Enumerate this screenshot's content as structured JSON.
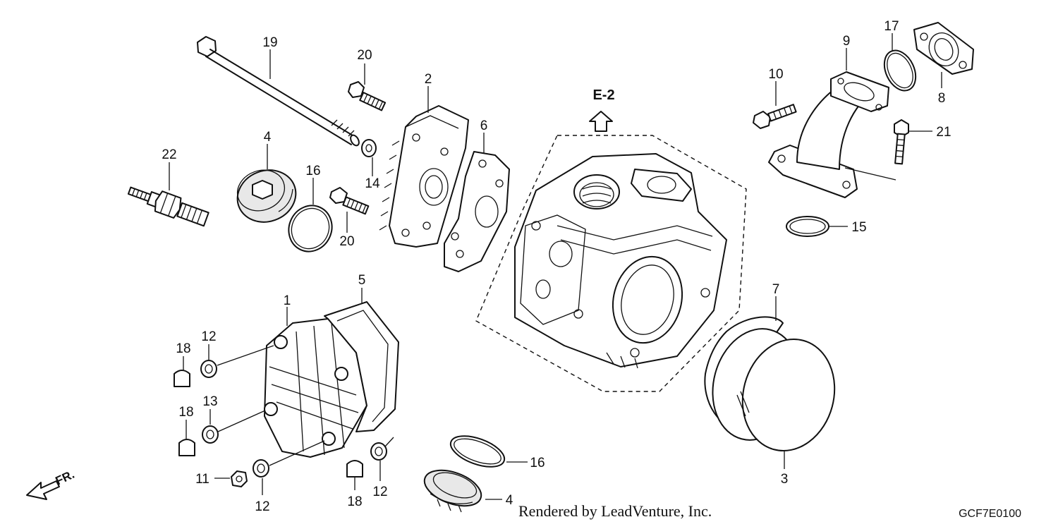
{
  "diagram": {
    "reference_label": "E-2",
    "front_marker": "FR.",
    "footer_credit": "Rendered by LeadVenture, Inc.",
    "diagram_code": "GCF7E0100",
    "callouts": {
      "c1": "1",
      "c2": "2",
      "c3": "3",
      "c4a": "4",
      "c4b": "4",
      "c5": "5",
      "c6": "6",
      "c7": "7",
      "c8": "8",
      "c9": "9",
      "c10": "10",
      "c11": "11",
      "c12a": "12",
      "c12b": "12",
      "c12c": "12",
      "c13": "13",
      "c14": "14",
      "c15": "15",
      "c16a": "16",
      "c16b": "16",
      "c17": "17",
      "c18a": "18",
      "c18b": "18",
      "c18c": "18",
      "c19": "19",
      "c20a": "20",
      "c20b": "20",
      "c21": "21",
      "c22": "22"
    }
  }
}
